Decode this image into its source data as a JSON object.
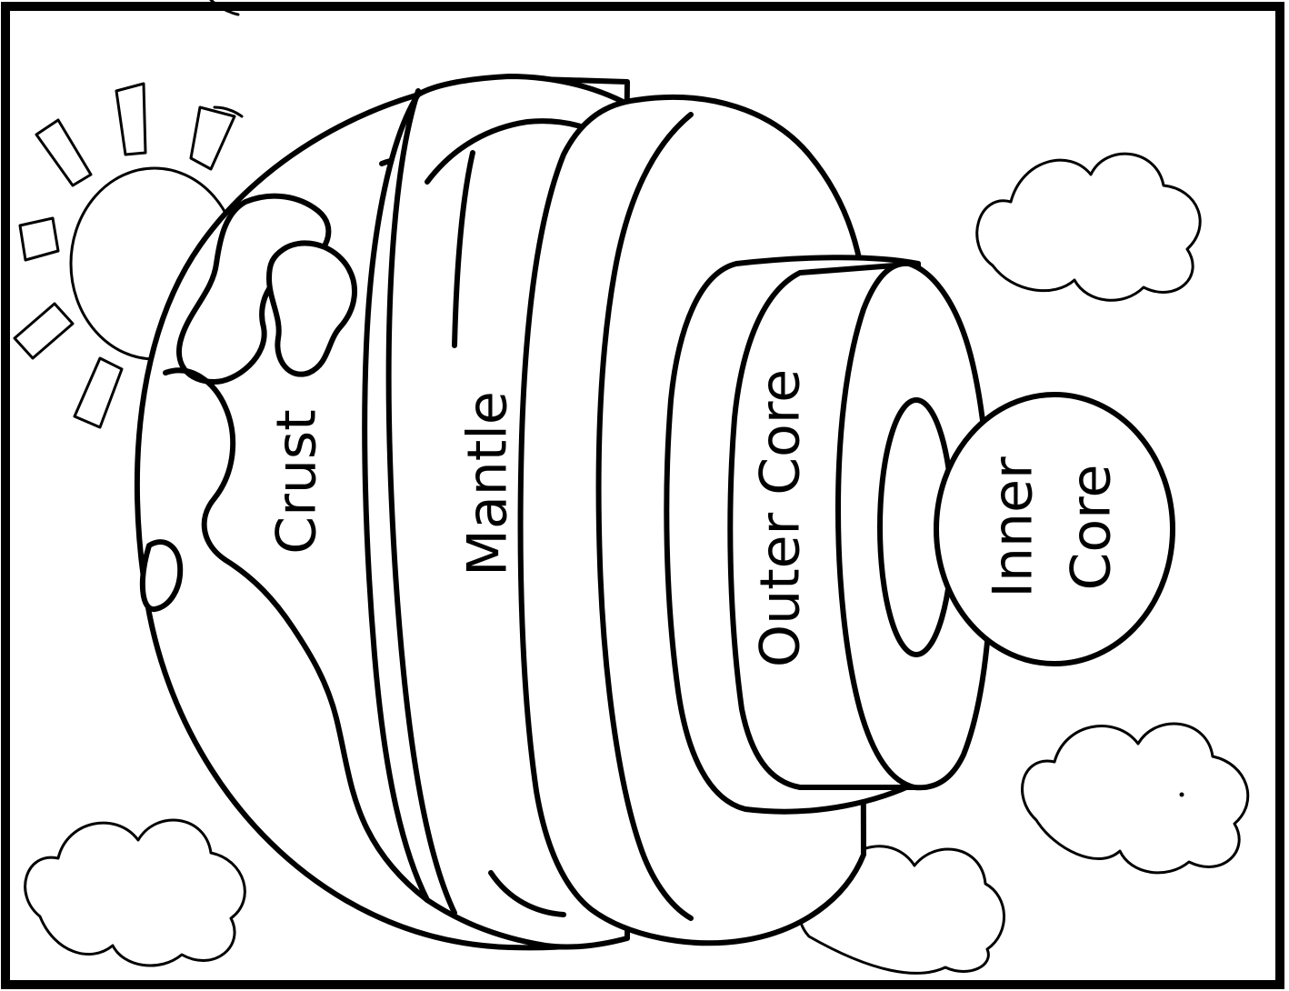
{
  "layers": {
    "crust": "Crust",
    "mantle": "Mantle",
    "outer_core": "Outer Core",
    "inner_core_line1": "Inner",
    "inner_core_line2": "Core"
  },
  "colors": {
    "ink": "#000000",
    "paper": "#ffffff"
  },
  "icons": [
    "sun-icon",
    "cloud-icon"
  ]
}
